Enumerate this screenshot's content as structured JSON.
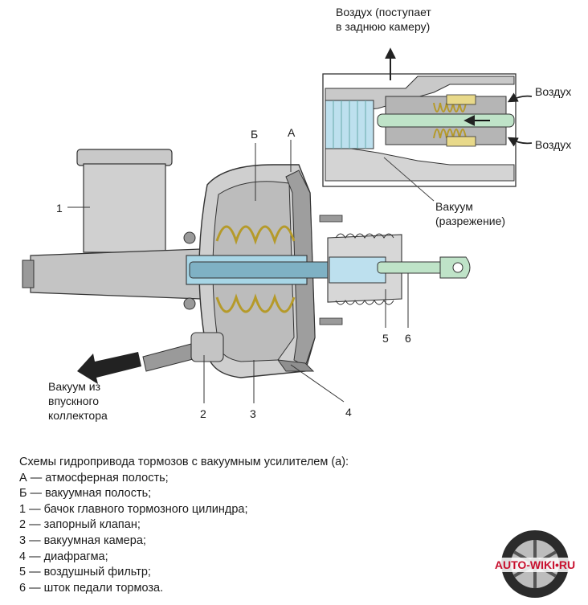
{
  "diagram": {
    "labels": {
      "air_top": [
        "Воздух (поступает",
        "в заднюю камеру)"
      ],
      "air_right_1": "Воздух",
      "air_right_2": "Воздух",
      "vacuum_inset": [
        "Вакуум",
        "(разрежение)"
      ],
      "vacuum_manifold": [
        "Вакуум из",
        "впускного",
        "коллектора"
      ],
      "cavity_b": "Б",
      "cavity_a": "А",
      "n1": "1",
      "n2": "2",
      "n3": "3",
      "n4": "4",
      "n5": "5",
      "n6": "6"
    }
  },
  "legend": {
    "title": "Схемы гидропривода тормозов с вакуумным усилителем (а):",
    "items": [
      "А — атмосферная полость;",
      "Б — вакуумная полость;",
      "1 — бачок главного тормозного цилиндра;",
      "2 — запорный клапан;",
      "3 — вакуумная камера;",
      "4 — диафрагма;",
      "5 — воздушный фильтр;",
      "6 — шток педали тормоза."
    ]
  },
  "logo": {
    "text": "AUTO-WIKI•RU",
    "color": "#c8102e"
  },
  "colors": {
    "metal": "#c9c9c9",
    "metal_dark": "#9a9a9a",
    "spring": "#e8d98a",
    "rod": "#bfe3c8",
    "blue": "#bde0ee",
    "outline": "#333333"
  }
}
